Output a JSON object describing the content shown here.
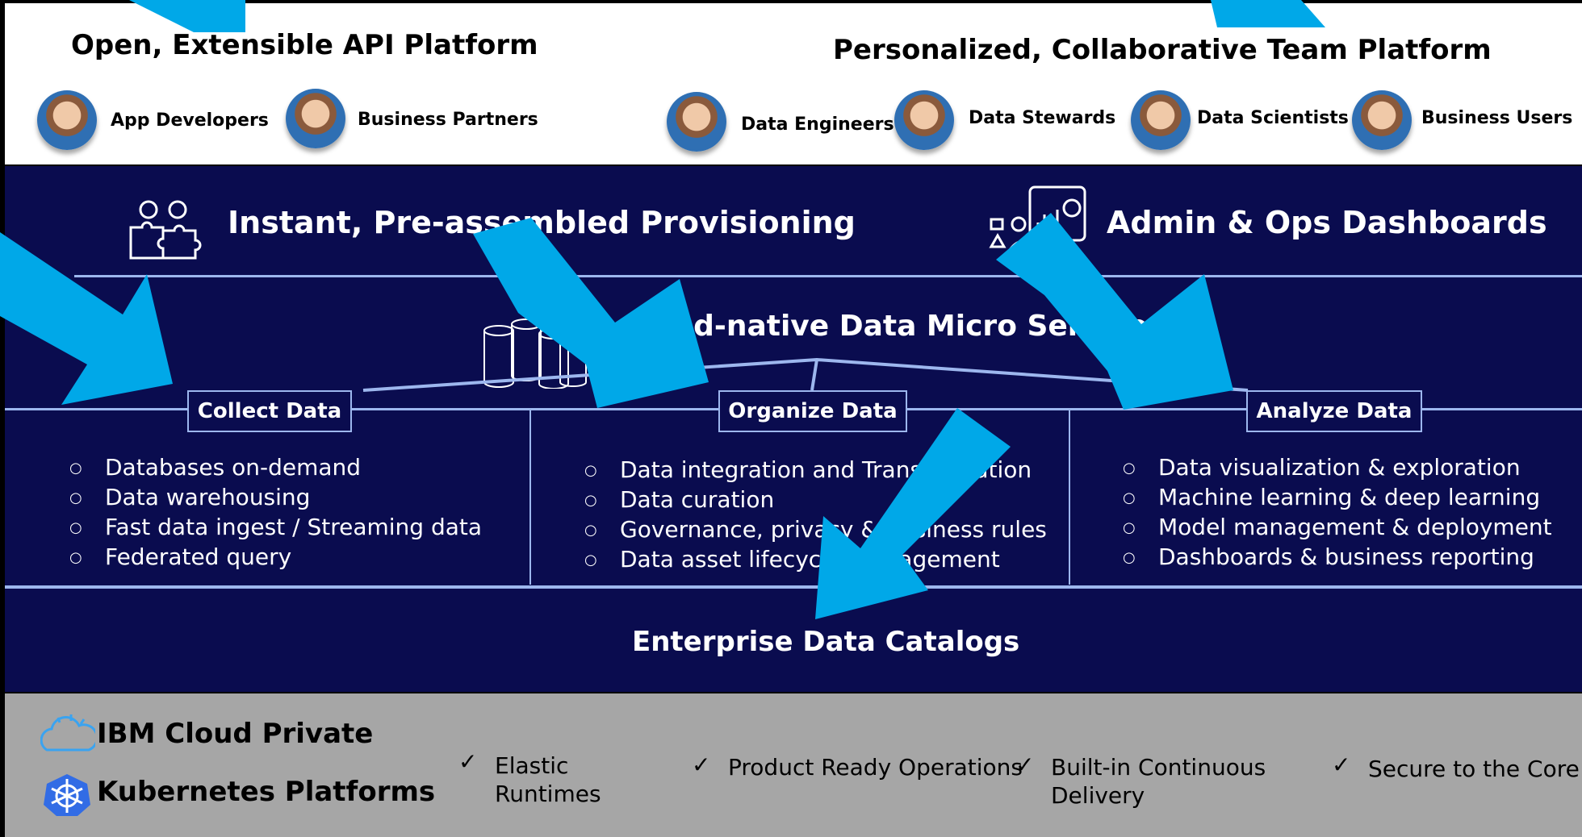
{
  "top": {
    "left_header": "Open, Extensible API Platform",
    "right_header": "Personalized, Collaborative Team Platform",
    "personas": [
      "App Developers",
      "Business Partners",
      "Data Engineers",
      "Data Stewards",
      "Data Scientists",
      "Business Users"
    ]
  },
  "band": {
    "provisioning": "Instant, Pre-assembled Provisioning",
    "dashboards": "Admin & Ops Dashboards",
    "microservices": "Cloud-native Data Micro Services"
  },
  "columns": [
    {
      "label": "Collect Data",
      "items": [
        "Databases on-demand",
        "Data warehousing",
        "Fast data ingest / Streaming data",
        "Federated query"
      ]
    },
    {
      "label": "Organize Data",
      "items": [
        "Data integration and Transformation",
        "Data curation",
        "Governance, privacy & business rules",
        "Data asset lifecycle management"
      ]
    },
    {
      "label": "Analyze Data",
      "items": [
        "Data visualization & exploration",
        "Machine learning & deep learning",
        "Model management & deployment",
        "Dashboards & business reporting"
      ]
    }
  ],
  "catalog": "Enterprise Data Catalogs",
  "bottom": {
    "platform1": "IBM Cloud Private",
    "platform2": "Kubernetes Platforms",
    "features": [
      "Elastic Runtimes",
      "Product Ready Operations",
      "Built-in Continuous Delivery",
      "Secure to the Core"
    ],
    "check": "✓",
    "bullet": "○"
  },
  "colors": {
    "navy": "#0a0c4f",
    "arrow": "#00a8e8",
    "line": "#9db7ee",
    "gray": "#a6a6a6"
  },
  "icons": [
    "puzzle-icon",
    "dashboard-icon",
    "database-stack-icon",
    "cloud-icon",
    "kubernetes-icon"
  ]
}
